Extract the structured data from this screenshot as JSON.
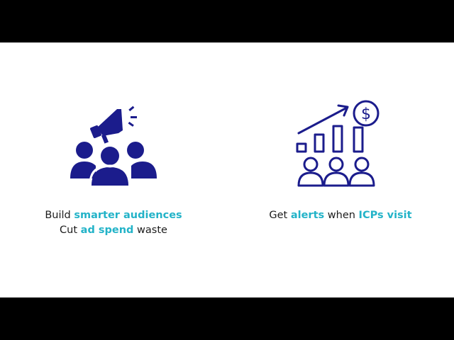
{
  "colors": {
    "icon": "#1b1c8c",
    "accent": "#23b3c8",
    "text": "#1c1c1c",
    "background": "#ffffff",
    "letterbox": "#000000"
  },
  "features": [
    {
      "icon": "megaphone-audience-icon",
      "lines": [
        {
          "pre": "Build ",
          "highlight": "smarter audiences",
          "post": ""
        },
        {
          "pre": "Cut ",
          "highlight": "ad spend",
          "post": " waste"
        }
      ]
    },
    {
      "icon": "growth-chart-dollar-icon",
      "lines": [
        {
          "pre": "Get ",
          "highlight": "alerts",
          "mid": " when ",
          "highlight2": "ICPs visit"
        }
      ]
    }
  ]
}
